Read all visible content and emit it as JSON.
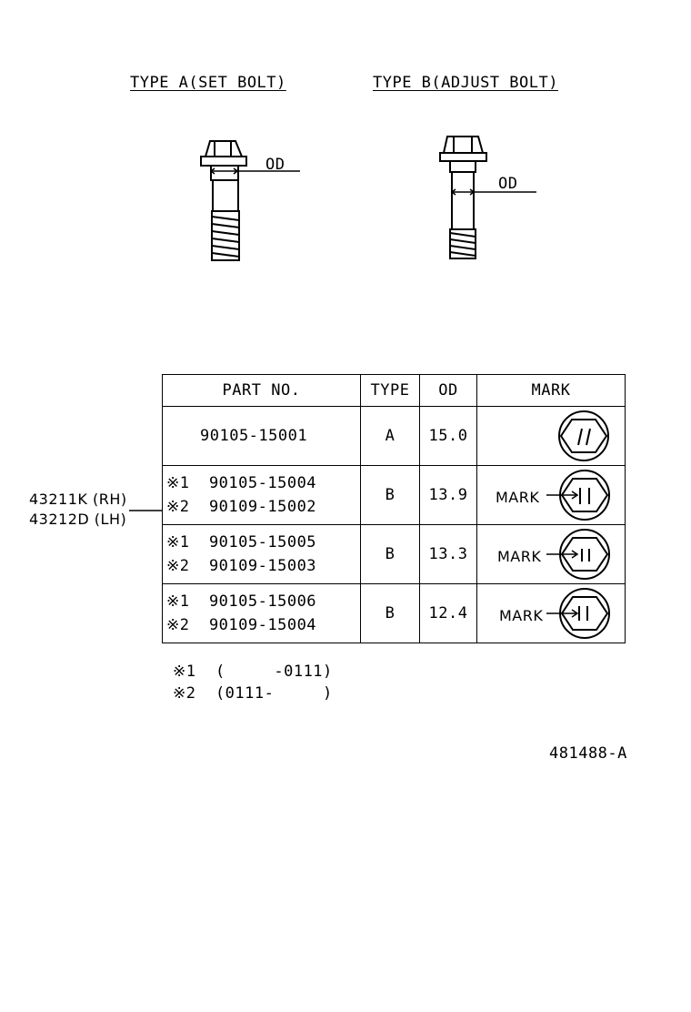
{
  "titles": {
    "type_a": "TYPE A(SET BOLT)",
    "type_b": "TYPE B(ADJUST BOLT)"
  },
  "od_label_a": "OD",
  "od_label_b": "OD",
  "table": {
    "headers": [
      "PART NO.",
      "TYPE",
      "OD",
      "MARK"
    ],
    "rows": [
      {
        "part_lines": [
          "90105-15001"
        ],
        "type": "A",
        "od": "15.0",
        "mark_label": ""
      },
      {
        "part_lines": [
          "※1  90105-15004",
          "※2  90109-15002"
        ],
        "type": "B",
        "od": "13.9",
        "mark_label": "MARK"
      },
      {
        "part_lines": [
          "※1  90105-15005",
          "※2  90109-15003"
        ],
        "type": "B",
        "od": "13.3",
        "mark_label": "MARK"
      },
      {
        "part_lines": [
          "※1  90105-15006",
          "※2  90109-15004"
        ],
        "type": "B",
        "od": "12.4",
        "mark_label": "MARK"
      }
    ]
  },
  "side_labels": [
    "43211K (RH)",
    "43212D (LH)"
  ],
  "notes": [
    "※1  (     -0111)",
    "※2  (0111-     )"
  ],
  "figure_id": "481488-A"
}
